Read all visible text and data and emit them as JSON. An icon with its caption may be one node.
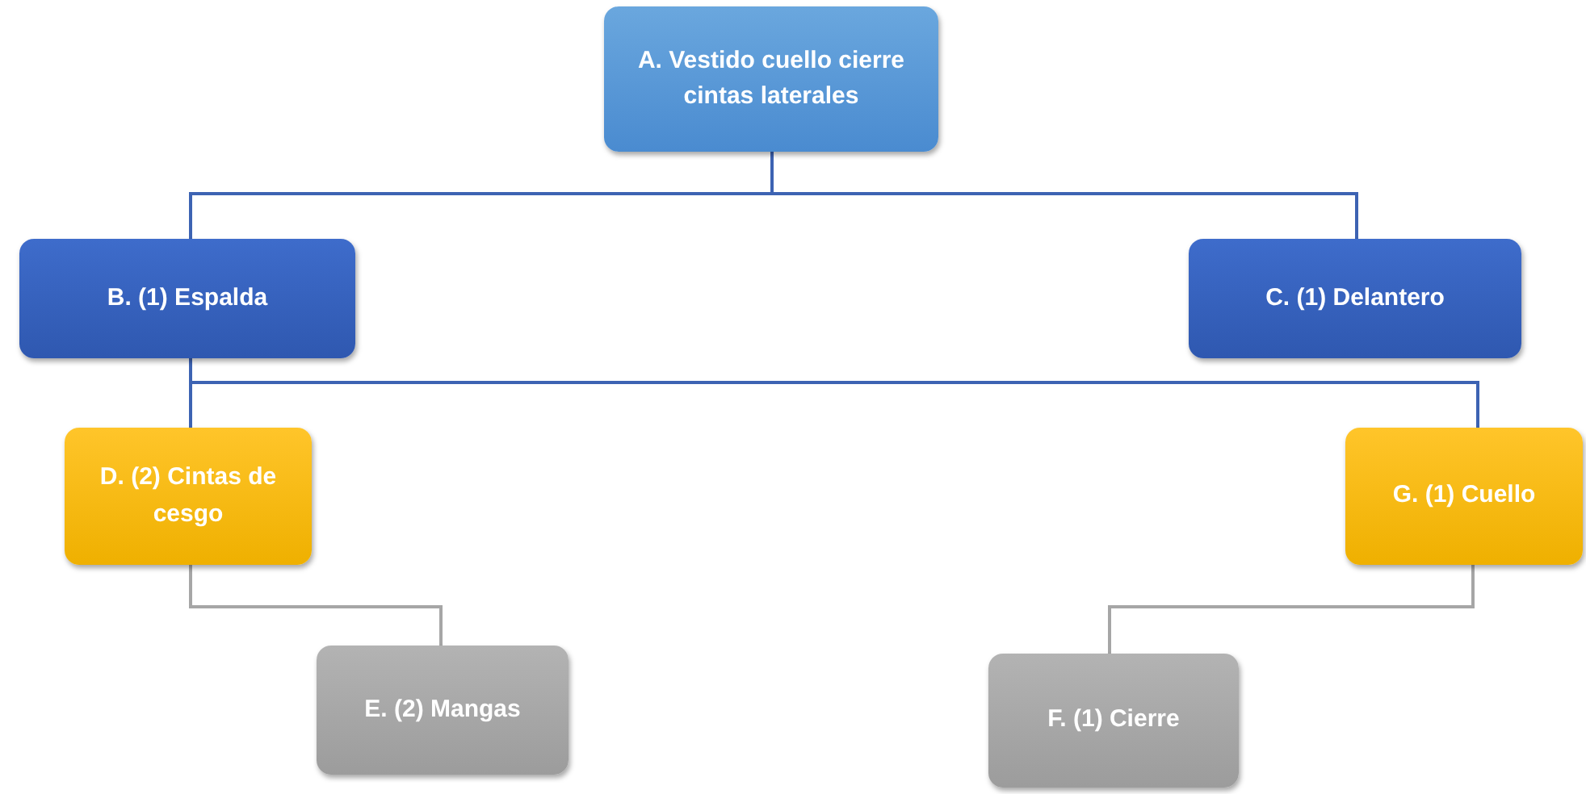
{
  "diagram": {
    "nodes": [
      {
        "text": [
          "A. Vestido cuello cierre cintas laterales"
        ]
      },
      {
        "text": [
          "B. (1) Espalda"
        ]
      },
      {
        "text": [
          "C. (1) Delantero"
        ]
      },
      {
        "text": [
          "D. (2) Cintas de cesgo"
        ]
      },
      {
        "text": [
          "E. (2) Mangas"
        ]
      },
      {
        "text": [
          "G. (1) Cuello"
        ]
      },
      {
        "text": [
          "F. (1) Cierre"
        ]
      }
    ],
    "edges": [
      {
        "from": 0,
        "to": 1,
        "arrow": "none"
      },
      {
        "from": 0,
        "to": 2,
        "arrow": "none"
      },
      {
        "from": 1,
        "to": 3,
        "arrow": "none"
      },
      {
        "from": 1,
        "to": 5,
        "arrow": "none"
      },
      {
        "from": 3,
        "to": 4,
        "arrow": "none",
        "color": "#a6a6a6"
      },
      {
        "from": 5,
        "to": 6,
        "arrow": "none",
        "color": "#a6a6a6"
      }
    ]
  }
}
